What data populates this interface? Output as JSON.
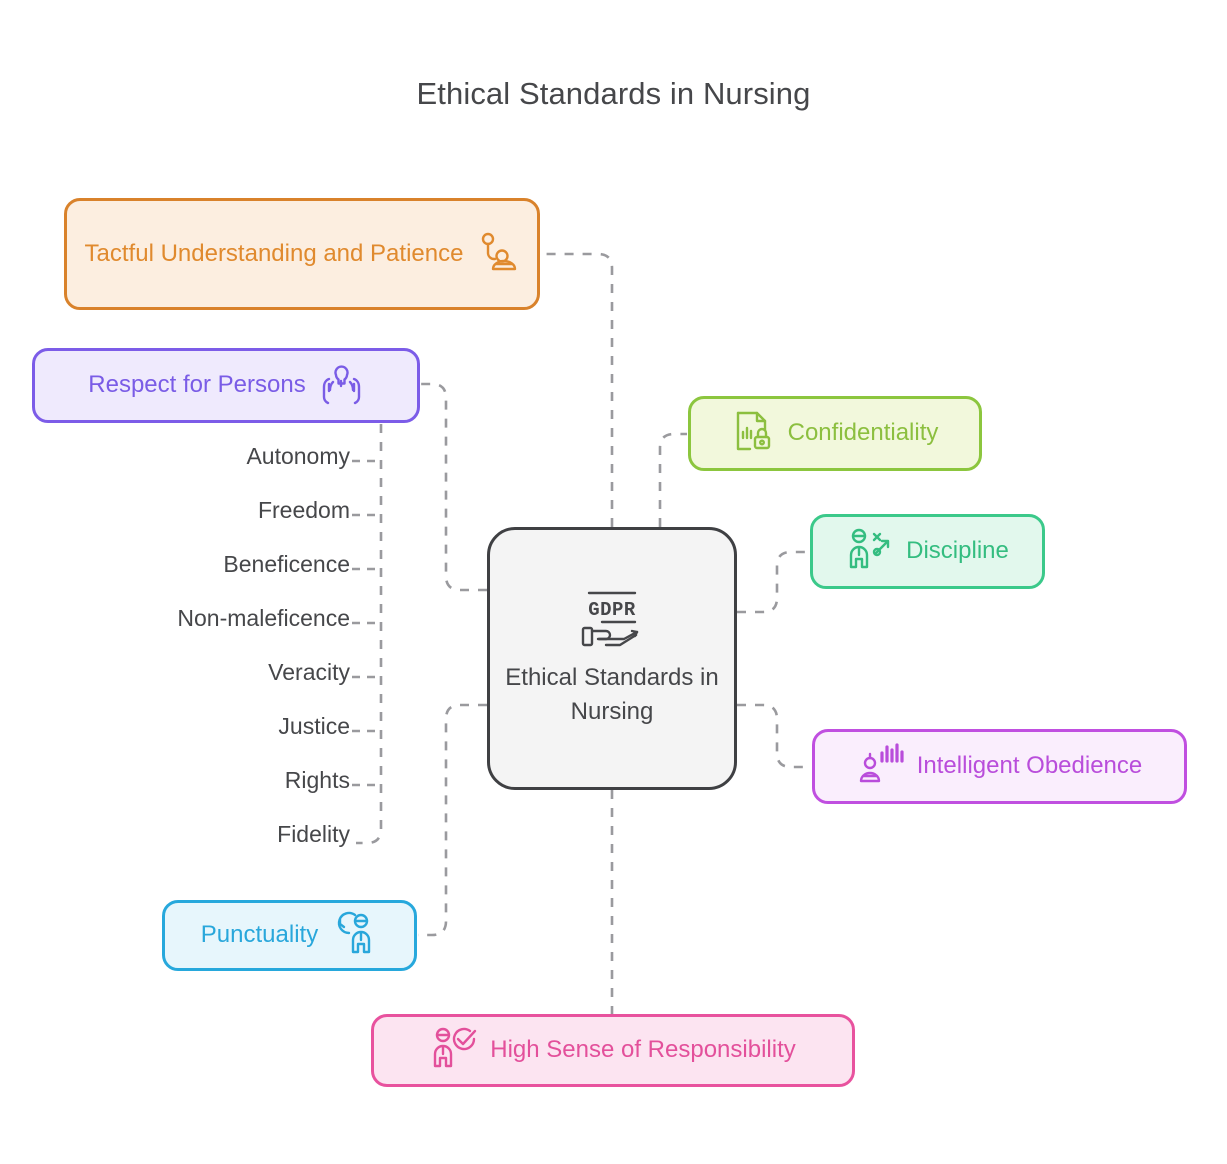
{
  "page": {
    "title": "Ethical Standards in Nursing",
    "background": "#ffffff",
    "edge_color": "#9a9a9e"
  },
  "center": {
    "label": "Ethical Standards in Nursing",
    "icon": "gdpr-hand-icon",
    "border_color": "#3f4043",
    "fill_color": "#f4f4f4",
    "text_color": "#46474a"
  },
  "branches": [
    {
      "id": "tactful",
      "label": "Tactful Understanding and Patience",
      "icon": "patience-person-icon",
      "icon_side": "right",
      "border_color": "#d9822b",
      "fill_color": "#fceee0",
      "text_color": "#e08a2e"
    },
    {
      "id": "respect",
      "label": "Respect for Persons",
      "icon": "hands-holding-person-icon",
      "icon_side": "right",
      "border_color": "#7c5ce8",
      "fill_color": "#efeafd",
      "text_color": "#7a5ce6"
    },
    {
      "id": "confidentiality",
      "label": "Confidentiality",
      "icon": "document-lock-icon",
      "icon_side": "left",
      "border_color": "#8cc63e",
      "fill_color": "#f2f8dc",
      "text_color": "#8cbf3f"
    },
    {
      "id": "discipline",
      "label": "Discipline",
      "icon": "person-growth-arrow-icon",
      "icon_side": "left",
      "border_color": "#3bc98a",
      "fill_color": "#e2f8ed",
      "text_color": "#34bd80"
    },
    {
      "id": "obedience",
      "label": "Intelligent Obedience",
      "icon": "robot-voice-wave-icon",
      "icon_side": "left",
      "border_color": "#c04fe0",
      "fill_color": "#faeefd",
      "text_color": "#b94ddb"
    },
    {
      "id": "punctuality",
      "label": "Punctuality",
      "icon": "clock-person-icon",
      "icon_side": "right",
      "border_color": "#27a8dc",
      "fill_color": "#e7f6fc",
      "text_color": "#29a7db"
    },
    {
      "id": "responsibility",
      "label": "High Sense of Responsibility",
      "icon": "person-check-icon",
      "icon_side": "left",
      "border_color": "#e8529e",
      "fill_color": "#fce4f1",
      "text_color": "#e3509b"
    }
  ],
  "respect_subitems": [
    "Autonomy",
    "Freedom",
    "Beneficence",
    "Non-maleficence",
    "Veracity",
    "Justice",
    "Rights",
    "Fidelity"
  ]
}
